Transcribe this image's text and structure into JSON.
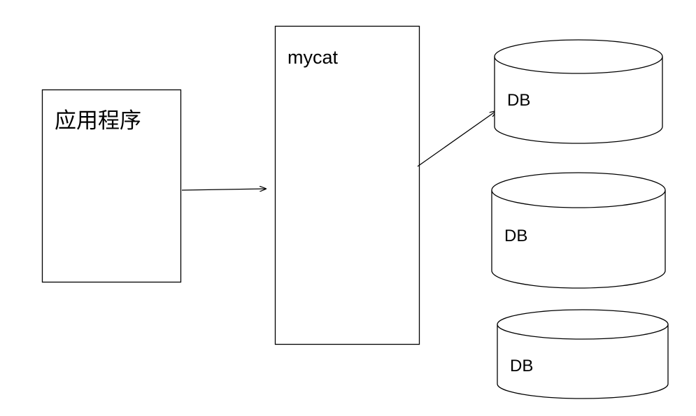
{
  "nodes": {
    "app": {
      "label": "应用程序"
    },
    "mycat": {
      "label": "mycat"
    },
    "databases": [
      {
        "label": "DB"
      },
      {
        "label": "DB"
      },
      {
        "label": "DB"
      }
    ]
  },
  "colors": {
    "stroke": "#000000",
    "fill": "#ffffff"
  }
}
